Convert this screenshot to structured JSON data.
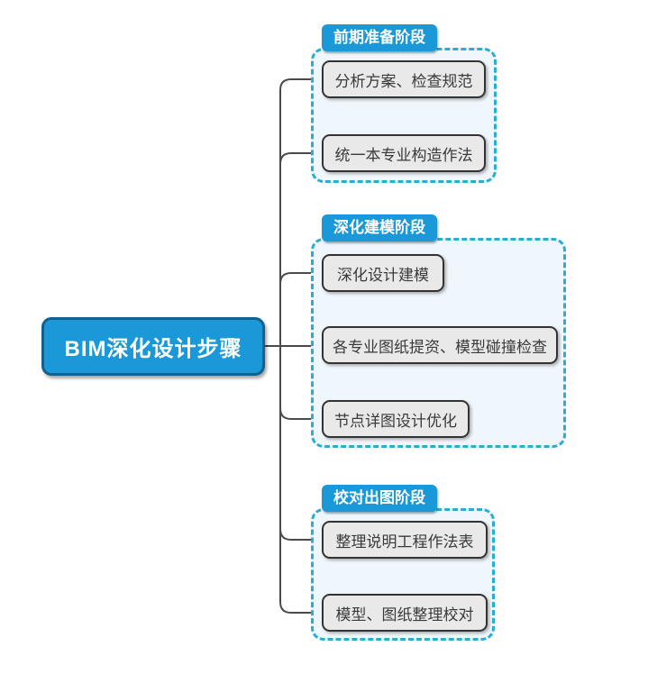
{
  "root_node": {
    "label": "BIM深化设计步骤"
  },
  "groups": [
    {
      "label": "前期准备阶段",
      "items": [
        "分析方案、检查规范",
        "统一本专业构造作法"
      ]
    },
    {
      "label": "深化建模阶段",
      "items": [
        "深化设计建模",
        "各专业图纸提资、模型碰撞检查",
        "节点详图设计优化"
      ]
    },
    {
      "label": "校对出图阶段",
      "items": [
        "整理说明工程作法表",
        "模型、图纸整理校对"
      ]
    }
  ],
  "colors": {
    "node_blue": "#1b98d7",
    "node_blue_border": "#10618f",
    "dashed_boundary": "#29aed0",
    "boundary_fill": "#f0f7fc",
    "item_fill": "#e9e9e9",
    "item_border": "#333333",
    "connector_line": "#4a4a4a",
    "item_text": "#3a3a3a",
    "background": "#ffffff"
  }
}
